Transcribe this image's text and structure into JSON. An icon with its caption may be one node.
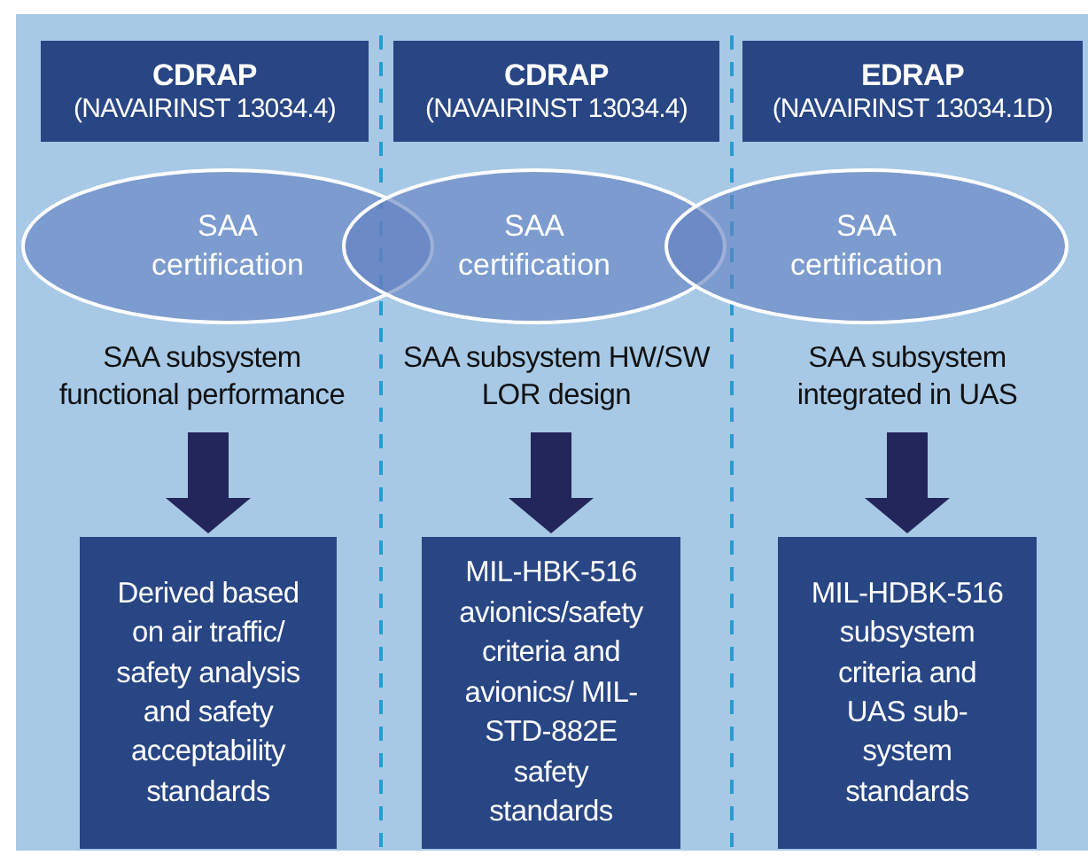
{
  "diagram": {
    "nodes": [
      {
        "text": [
          "CDRAP",
          "(NAVAIRINST 13034.4)"
        ]
      },
      {
        "text": [
          "CDRAP",
          "(NAVAIRINST 13034.4)"
        ]
      },
      {
        "text": [
          "EDRAP",
          "(NAVAIRINST 13034.1D)"
        ]
      },
      {
        "text": [
          "SAA certification"
        ]
      },
      {
        "text": [
          "SAA certification"
        ]
      },
      {
        "text": [
          "SAA certification"
        ]
      },
      {
        "text": [
          "SAA subsystem functional performance"
        ]
      },
      {
        "text": [
          "SAA subsystem HW/SW LOR design"
        ]
      },
      {
        "text": [
          "SAA subsystem integrated in UAS"
        ]
      },
      {
        "text": [
          "Derived based on air traffic/ safety analysis and safety acceptability standards"
        ]
      },
      {
        "text": [
          "MIL-HBK-516 avionics/safety criteria and avionics/ MIL-STD-882E safety standards"
        ]
      },
      {
        "text": [
          "MIL-HDBK-516 subsystem criteria and UAS sub- system standards"
        ]
      }
    ],
    "edges": [
      {
        "from": 6,
        "to": 9,
        "arrow": "to"
      },
      {
        "from": 7,
        "to": 10,
        "arrow": "to"
      },
      {
        "from": 8,
        "to": 11,
        "arrow": "to"
      }
    ]
  }
}
